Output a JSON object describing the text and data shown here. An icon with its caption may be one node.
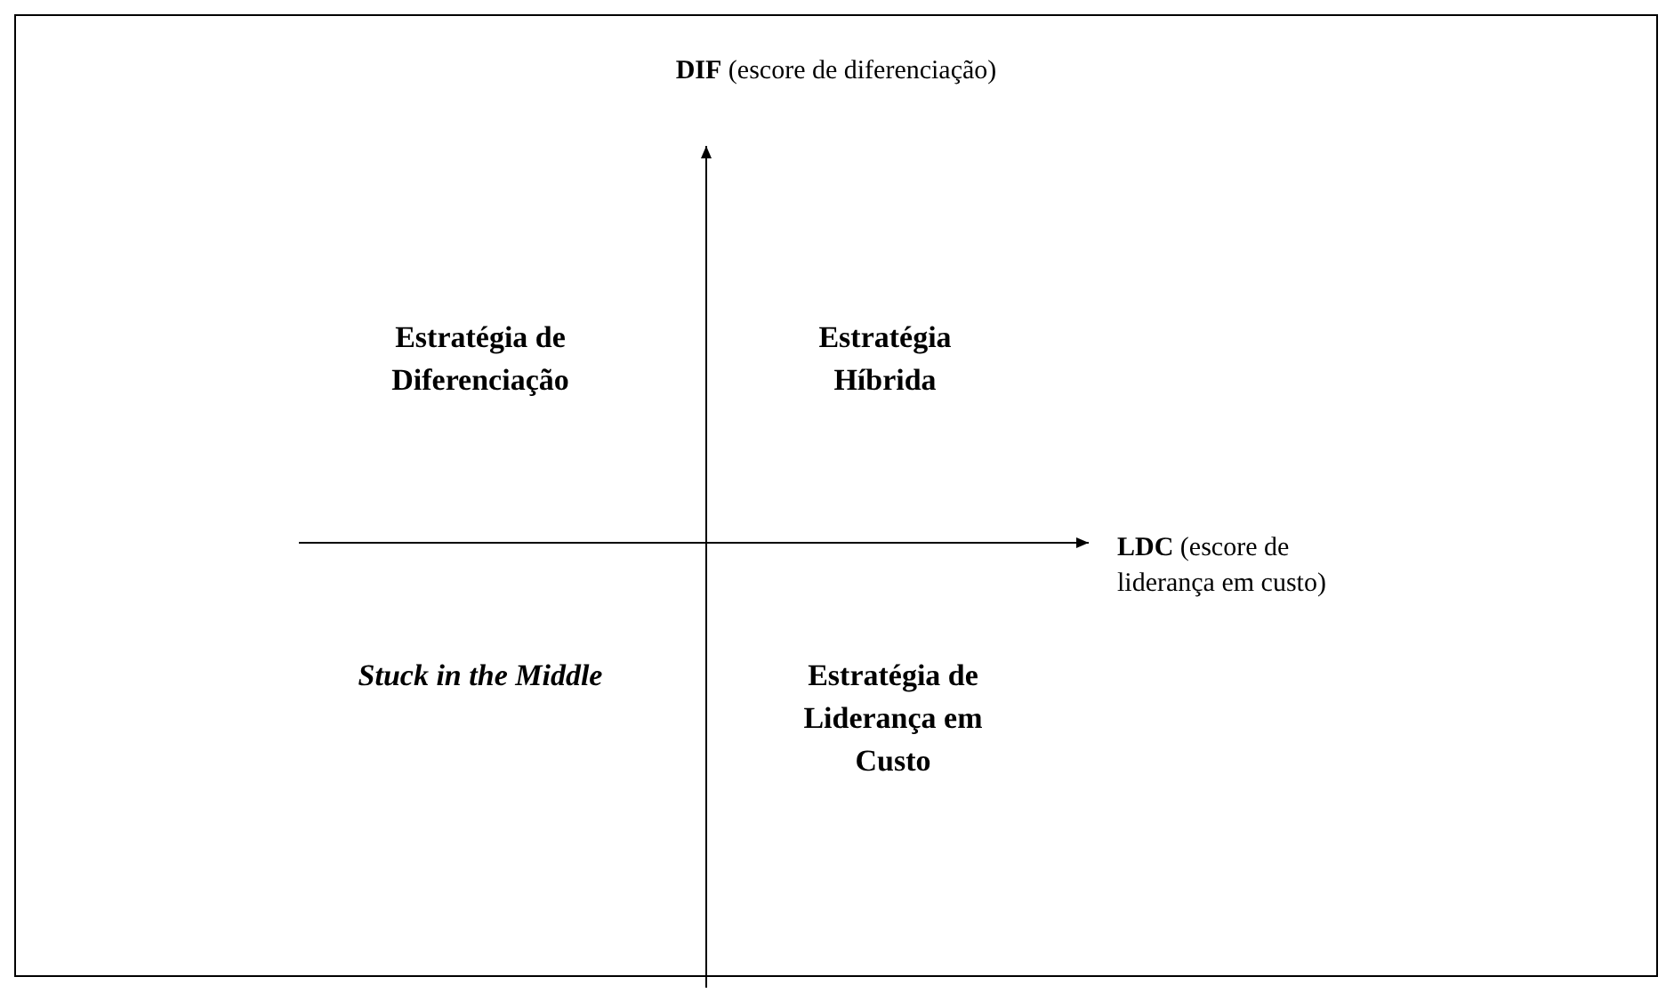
{
  "diagram": {
    "labels": [
      "**DIF** (escore de diferenciação)",
      "Estratégia de Diferenciação",
      "Estratégia Híbrida",
      "**LDC** (escore de liderança em custo)",
      "Stuck in the Middle",
      "Estratégia de Liderança em Custo"
    ]
  }
}
